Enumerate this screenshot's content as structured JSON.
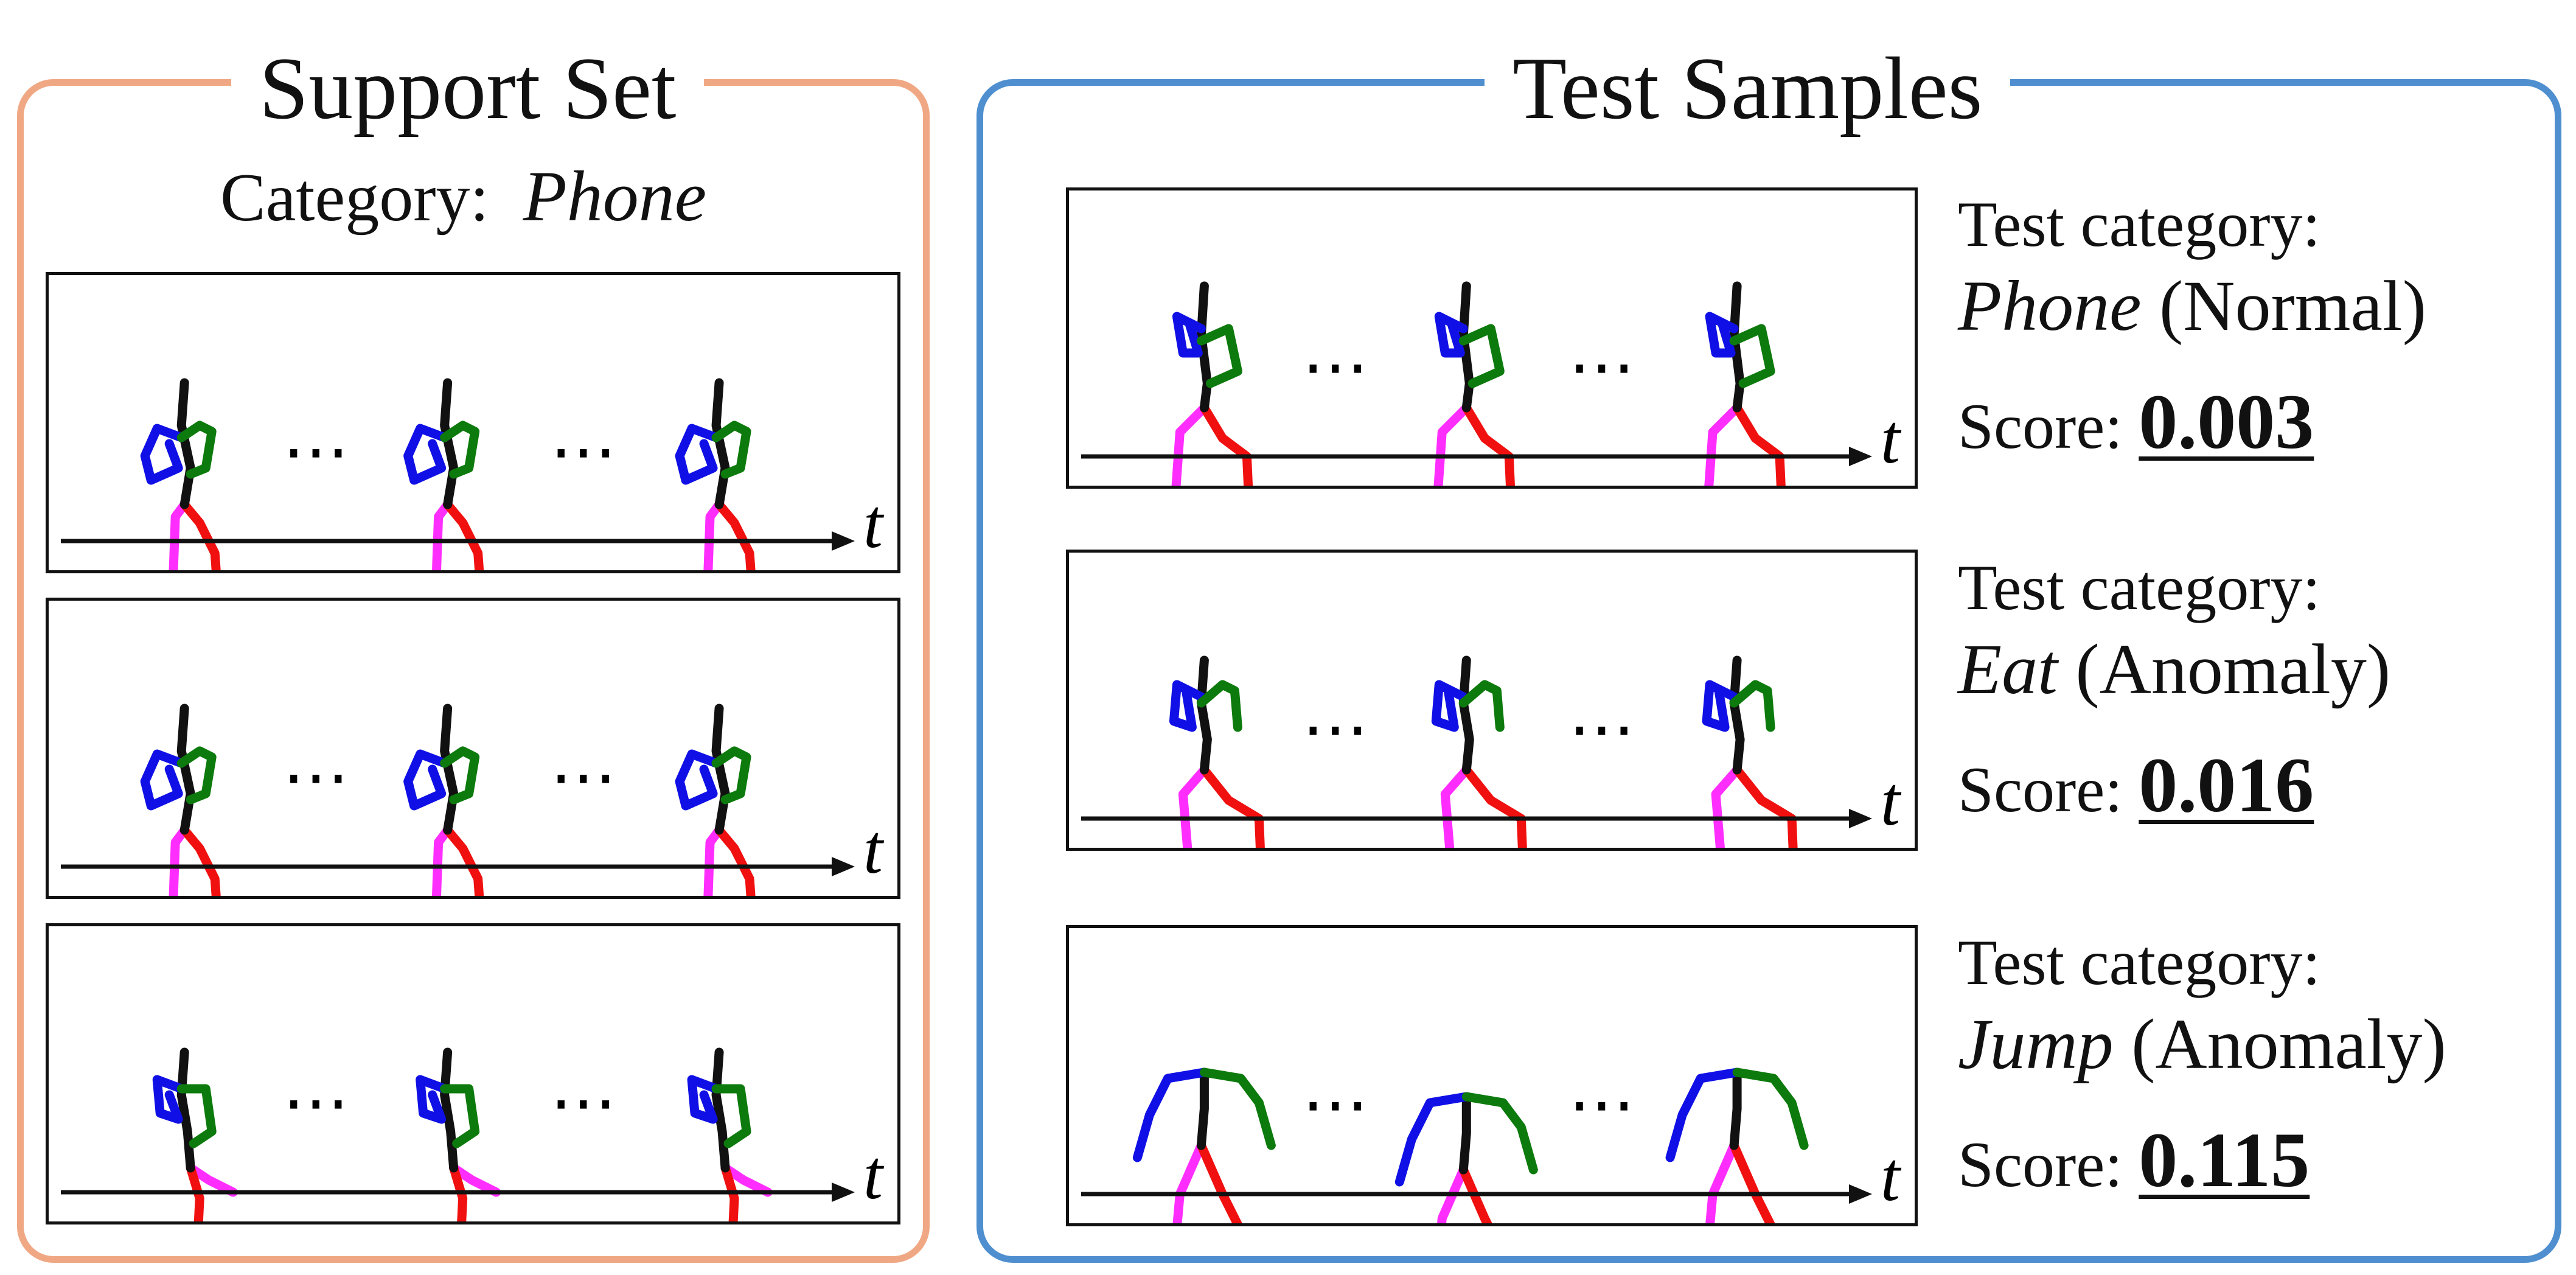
{
  "support": {
    "title": "Support Set",
    "category_label": "Category:",
    "category_value": "Phone",
    "border_color": "#F0A884"
  },
  "test": {
    "title": "Test Samples",
    "border_color": "#4F8FCF",
    "samples": [
      {
        "label": "Test category:",
        "category": "Phone",
        "status": "(Normal)",
        "score_label": "Score:",
        "score": "0.003"
      },
      {
        "label": "Test category:",
        "category": "Eat",
        "status": "(Anomaly)",
        "score_label": "Score:",
        "score": "0.016"
      },
      {
        "label": "Test category:",
        "category": "Jump",
        "status": "(Anomaly)",
        "score_label": "Score:",
        "score": "0.115"
      }
    ]
  },
  "timeline": {
    "axis_label": "t",
    "ellipsis": "⋯"
  },
  "limb_colors": {
    "spine": "#111111",
    "left_arm": "#1010E6",
    "right_arm": "#0C7A0C",
    "left_leg": "#FF2EFF",
    "right_leg": "#F01010"
  }
}
